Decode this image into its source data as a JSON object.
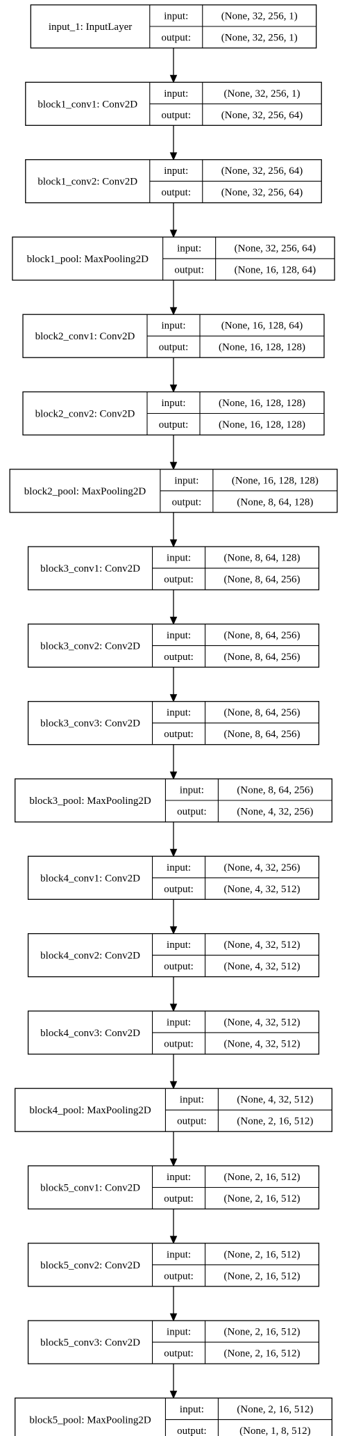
{
  "diagram": {
    "type": "keras-model-plot",
    "colors": {
      "box_stroke": "#000000",
      "text": "#000000",
      "background": "#ffffff"
    },
    "port_labels": {
      "input": "input:",
      "output": "output:"
    },
    "layers": [
      {
        "name": "input_1: InputLayer",
        "input": "(None, 32, 256, 1)",
        "output": "(None, 32, 256, 1)"
      },
      {
        "name": "block1_conv1: Conv2D",
        "input": "(None, 32, 256, 1)",
        "output": "(None, 32, 256, 64)"
      },
      {
        "name": "block1_conv2: Conv2D",
        "input": "(None, 32, 256, 64)",
        "output": "(None, 32, 256, 64)"
      },
      {
        "name": "block1_pool: MaxPooling2D",
        "input": "(None, 32, 256, 64)",
        "output": "(None, 16, 128, 64)"
      },
      {
        "name": "block2_conv1: Conv2D",
        "input": "(None, 16, 128, 64)",
        "output": "(None, 16, 128, 128)"
      },
      {
        "name": "block2_conv2: Conv2D",
        "input": "(None, 16, 128, 128)",
        "output": "(None, 16, 128, 128)"
      },
      {
        "name": "block2_pool: MaxPooling2D",
        "input": "(None, 16, 128, 128)",
        "output": "(None, 8, 64, 128)"
      },
      {
        "name": "block3_conv1: Conv2D",
        "input": "(None, 8, 64, 128)",
        "output": "(None, 8, 64, 256)"
      },
      {
        "name": "block3_conv2: Conv2D",
        "input": "(None, 8, 64, 256)",
        "output": "(None, 8, 64, 256)"
      },
      {
        "name": "block3_conv3: Conv2D",
        "input": "(None, 8, 64, 256)",
        "output": "(None, 8, 64, 256)"
      },
      {
        "name": "block3_pool: MaxPooling2D",
        "input": "(None, 8, 64, 256)",
        "output": "(None, 4, 32, 256)"
      },
      {
        "name": "block4_conv1: Conv2D",
        "input": "(None, 4, 32, 256)",
        "output": "(None, 4, 32, 512)"
      },
      {
        "name": "block4_conv2: Conv2D",
        "input": "(None, 4, 32, 512)",
        "output": "(None, 4, 32, 512)"
      },
      {
        "name": "block4_conv3: Conv2D",
        "input": "(None, 4, 32, 512)",
        "output": "(None, 4, 32, 512)"
      },
      {
        "name": "block4_pool: MaxPooling2D",
        "input": "(None, 4, 32, 512)",
        "output": "(None, 2, 16, 512)"
      },
      {
        "name": "block5_conv1: Conv2D",
        "input": "(None, 2, 16, 512)",
        "output": "(None, 2, 16, 512)"
      },
      {
        "name": "block5_conv2: Conv2D",
        "input": "(None, 2, 16, 512)",
        "output": "(None, 2, 16, 512)"
      },
      {
        "name": "block5_conv3: Conv2D",
        "input": "(None, 2, 16, 512)",
        "output": "(None, 2, 16, 512)"
      },
      {
        "name": "block5_pool: MaxPooling2D",
        "input": "(None, 2, 16, 512)",
        "output": "(None, 1, 8, 512)"
      }
    ]
  }
}
